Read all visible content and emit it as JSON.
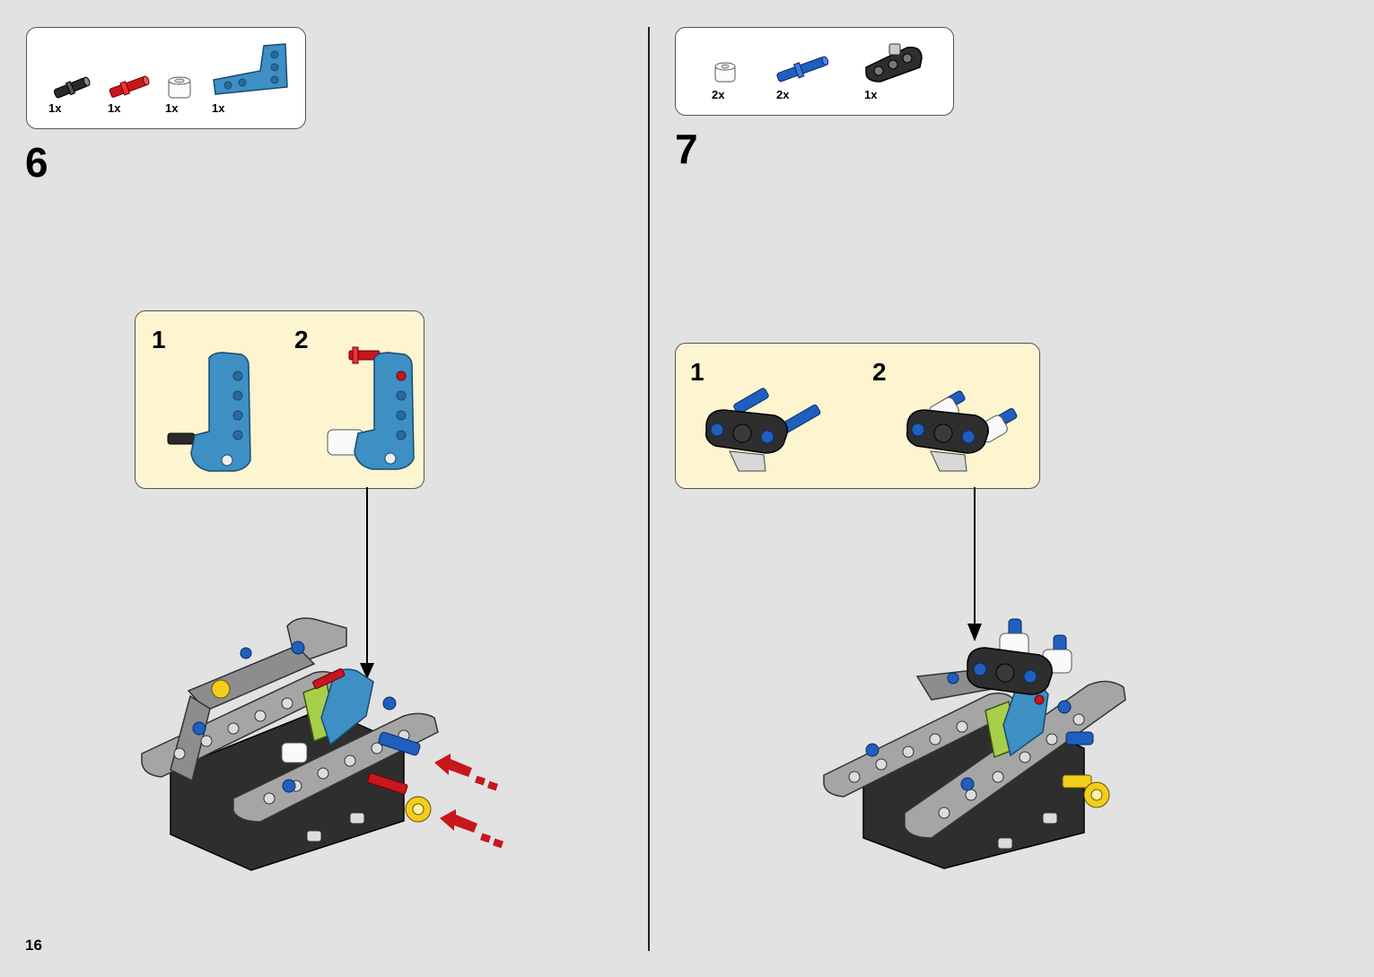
{
  "page": {
    "number": "16"
  },
  "colors": {
    "background": "#e2e2e2",
    "callout_fill": "#fdf4d0",
    "azure": "#3d8fc4",
    "technic_grey": "#9e9e9e",
    "black": "#2a2a2a",
    "red": "#c8161d",
    "blue": "#1e5fbf",
    "yellow": "#f2cd1c",
    "lime": "#a6cf4a"
  },
  "steps": [
    {
      "number": "6",
      "parts": [
        {
          "qty": "1x",
          "icon": "black-axle-pin-icon"
        },
        {
          "qty": "1x",
          "icon": "red-axle-icon"
        },
        {
          "qty": "1x",
          "icon": "white-bush-icon"
        },
        {
          "qty": "1x",
          "icon": "azure-angled-beam-icon"
        }
      ],
      "substeps": [
        {
          "number": "1"
        },
        {
          "number": "2"
        }
      ]
    },
    {
      "number": "7",
      "parts": [
        {
          "qty": "2x",
          "icon": "white-bush-icon"
        },
        {
          "qty": "2x",
          "icon": "blue-axle-pin-icon"
        },
        {
          "qty": "1x",
          "icon": "black-beam-connector-icon"
        }
      ],
      "substeps": [
        {
          "number": "1"
        },
        {
          "number": "2"
        }
      ]
    }
  ]
}
